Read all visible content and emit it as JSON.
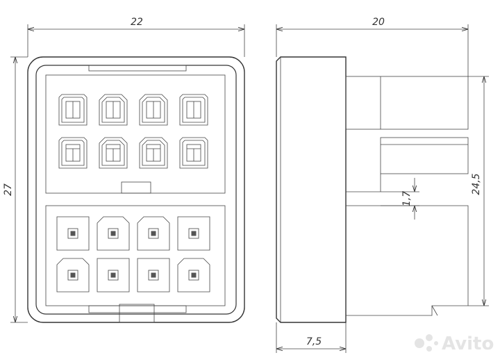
{
  "dimensions": {
    "front_width": "22",
    "front_height": "27",
    "side_width": "20",
    "side_height": "24,5",
    "gap": "1,7",
    "base_depth": "7,5"
  },
  "watermark": {
    "text": "Avito",
    "icon": "avito-logo-icon"
  },
  "colors": {
    "line": "#333333",
    "background": "#ffffff",
    "watermark": "#e4e4e4"
  }
}
